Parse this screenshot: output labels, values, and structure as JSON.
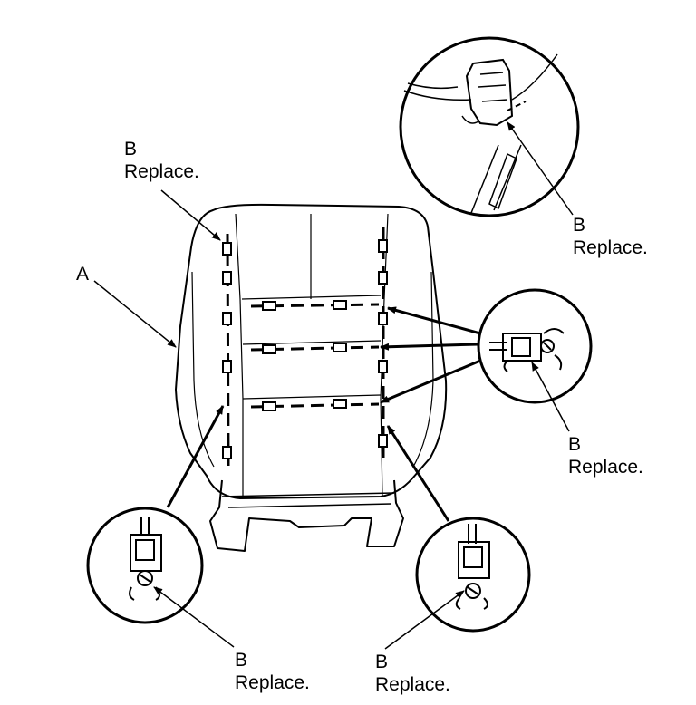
{
  "diagram": {
    "part_a": "A",
    "callouts": [
      {
        "id": "top-left",
        "letter": "B",
        "note": "Replace."
      },
      {
        "id": "top-right",
        "letter": "B",
        "note": "Replace."
      },
      {
        "id": "mid-right",
        "letter": "B",
        "note": "Replace."
      },
      {
        "id": "bottom-left",
        "letter": "B",
        "note": "Replace."
      },
      {
        "id": "bottom-right",
        "letter": "B",
        "note": "Replace."
      }
    ]
  }
}
